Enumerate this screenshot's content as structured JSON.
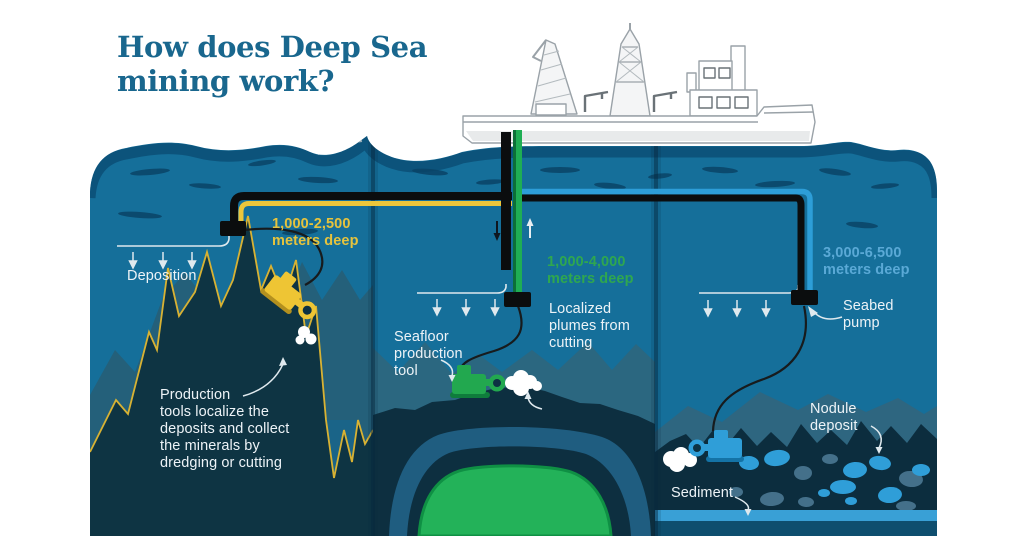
{
  "title": {
    "lines": [
      "How does Deep Sea",
      "mining work?"
    ],
    "color": "#19678e"
  },
  "panels": {
    "left": {
      "depth_label": {
        "lines": [
          "1,000-2,500",
          "meters deep"
        ],
        "color": "#e6c33d"
      },
      "deposition_label": "Deposition",
      "note": {
        "lines": [
          "Production",
          "tools localize the",
          "deposits and collect",
          "the minerals by",
          "dredging or cutting"
        ]
      }
    },
    "middle": {
      "depth_label": {
        "lines": [
          "1,000-4,000",
          "meters deep"
        ],
        "color": "#2fa74f"
      },
      "plumes_label": {
        "lines": [
          "Localized",
          "plumes from",
          "cutting"
        ]
      },
      "tool_label": {
        "lines": [
          "Seafloor",
          "production",
          "tool"
        ]
      }
    },
    "right": {
      "depth_label": {
        "lines": [
          "3,000-6,500",
          "meters deep"
        ],
        "color": "#5aa9d6"
      },
      "pump_label": {
        "lines": [
          "Seabed",
          "pump"
        ]
      },
      "nodule_label": {
        "lines": [
          "Nodule",
          "deposit"
        ]
      },
      "sediment_label": "Sediment"
    }
  },
  "colors": {
    "background": "#ffffff",
    "water": "#156f9a",
    "water_shadow": "#0a4a70",
    "dark_seabed": "#0d3243",
    "back_mountains": "#2b6780",
    "gold_outline": "#d8b233",
    "pipe_yellow": "#ecc63b",
    "pipe_green": "#1fae54",
    "pipe_blue": "#2d9ed8",
    "pipe_black": "#0b0d0e",
    "pit_green": "#23b259",
    "sediment_blue": "#39a0d6",
    "nodule_blue": "#2f9ed8",
    "nodule_gray": "#44708a",
    "label_white": "#edf3f7"
  },
  "illustration": {
    "ship": "drilling-support-vessel",
    "left_machine": "dredging-production-tool",
    "middle_machine": "seafloor-production-tool",
    "right_machine": "nodule-collector-vehicle"
  }
}
